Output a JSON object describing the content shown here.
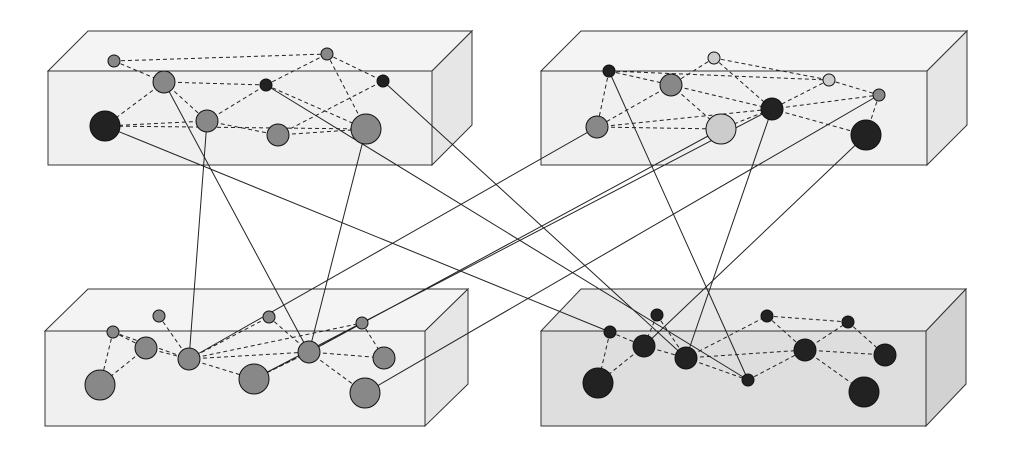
{
  "diagram": {
    "colors": {
      "background": "#ffffff",
      "outline": "#333333",
      "edge": "#222222",
      "box_front_light": "#f0f0f0",
      "box_top_light": "#f4f4f4",
      "box_side_light": "#e6e6e6",
      "box_front_dark": "#dedede",
      "box_top_dark": "#e8e8e8",
      "box_side_dark": "#d2d2d2",
      "node_black": "#222222",
      "node_gray": "#888888",
      "node_light": "#cccccc"
    },
    "layers": [
      {
        "id": "layer-top-left",
        "tone": "light",
        "nodes": [
          {
            "id": "tl1",
            "tone": "gray",
            "size": "small"
          },
          {
            "id": "tl2",
            "tone": "gray",
            "size": "small"
          },
          {
            "id": "tl3",
            "tone": "gray",
            "size": "medium"
          },
          {
            "id": "tl4",
            "tone": "black",
            "size": "small"
          },
          {
            "id": "tl5",
            "tone": "black",
            "size": "small"
          },
          {
            "id": "tl6",
            "tone": "black",
            "size": "large"
          },
          {
            "id": "tl7",
            "tone": "gray",
            "size": "medium"
          },
          {
            "id": "tl8",
            "tone": "gray",
            "size": "medium"
          },
          {
            "id": "tl9",
            "tone": "gray",
            "size": "large"
          }
        ],
        "links": [
          [
            "tl1",
            "tl3"
          ],
          [
            "tl1",
            "tl2"
          ],
          [
            "tl3",
            "tl4"
          ],
          [
            "tl4",
            "tl2"
          ],
          [
            "tl2",
            "tl5"
          ],
          [
            "tl3",
            "tl6"
          ],
          [
            "tl3",
            "tl7"
          ],
          [
            "tl6",
            "tl7"
          ],
          [
            "tl7",
            "tl4"
          ],
          [
            "tl4",
            "tl9"
          ],
          [
            "tl2",
            "tl9"
          ],
          [
            "tl7",
            "tl8"
          ],
          [
            "tl8",
            "tl9"
          ],
          [
            "tl8",
            "tl5"
          ],
          [
            "tl6",
            "tl9"
          ]
        ]
      },
      {
        "id": "layer-top-right",
        "tone": "light",
        "nodes": [
          {
            "id": "tr1",
            "tone": "black",
            "size": "small"
          },
          {
            "id": "tr2",
            "tone": "light",
            "size": "small"
          },
          {
            "id": "tr3",
            "tone": "gray",
            "size": "medium"
          },
          {
            "id": "tr4",
            "tone": "light",
            "size": "small"
          },
          {
            "id": "tr5",
            "tone": "black",
            "size": "medium"
          },
          {
            "id": "tr6",
            "tone": "gray",
            "size": "small"
          },
          {
            "id": "tr7",
            "tone": "gray",
            "size": "medium"
          },
          {
            "id": "tr8",
            "tone": "light",
            "size": "large"
          },
          {
            "id": "tr9",
            "tone": "black",
            "size": "large"
          }
        ],
        "links": [
          [
            "tr1",
            "tr3"
          ],
          [
            "tr1",
            "tr4"
          ],
          [
            "tr2",
            "tr3"
          ],
          [
            "tr2",
            "tr4"
          ],
          [
            "tr2",
            "tr5"
          ],
          [
            "tr1",
            "tr7"
          ],
          [
            "tr3",
            "tr7"
          ],
          [
            "tr3",
            "tr8"
          ],
          [
            "tr3",
            "tr5"
          ],
          [
            "tr4",
            "tr5"
          ],
          [
            "tr5",
            "tr6"
          ],
          [
            "tr4",
            "tr6"
          ],
          [
            "tr7",
            "tr8"
          ],
          [
            "tr8",
            "tr5"
          ],
          [
            "tr5",
            "tr9"
          ],
          [
            "tr6",
            "tr9"
          ],
          [
            "tr7",
            "tr5"
          ]
        ]
      },
      {
        "id": "layer-bottom-left",
        "tone": "light",
        "nodes": [
          {
            "id": "bl1",
            "tone": "gray",
            "size": "small"
          },
          {
            "id": "bl2",
            "tone": "gray",
            "size": "small"
          },
          {
            "id": "bl3",
            "tone": "gray",
            "size": "small"
          },
          {
            "id": "bl4",
            "tone": "gray",
            "size": "small"
          },
          {
            "id": "bl5",
            "tone": "gray",
            "size": "medium"
          },
          {
            "id": "bl6",
            "tone": "gray",
            "size": "medium"
          },
          {
            "id": "bl7",
            "tone": "gray",
            "size": "medium"
          },
          {
            "id": "bl8",
            "tone": "gray",
            "size": "medium"
          },
          {
            "id": "bl9",
            "tone": "gray",
            "size": "large"
          },
          {
            "id": "bl10",
            "tone": "gray",
            "size": "large"
          },
          {
            "id": "bl11",
            "tone": "gray",
            "size": "large"
          }
        ],
        "links": [
          [
            "bl1",
            "bl5"
          ],
          [
            "bl1",
            "bl6"
          ],
          [
            "bl2",
            "bl6"
          ],
          [
            "bl5",
            "bl9"
          ],
          [
            "bl5",
            "bl6"
          ],
          [
            "bl6",
            "bl3"
          ],
          [
            "bl6",
            "bl4"
          ],
          [
            "bl6",
            "bl7"
          ],
          [
            "bl6",
            "bl10"
          ],
          [
            "bl3",
            "bl7"
          ],
          [
            "bl4",
            "bl7"
          ],
          [
            "bl4",
            "bl8"
          ],
          [
            "bl7",
            "bl10"
          ],
          [
            "bl7",
            "bl11"
          ],
          [
            "bl7",
            "bl8"
          ],
          [
            "bl10",
            "bl7"
          ],
          [
            "bl1",
            "bl9"
          ]
        ]
      },
      {
        "id": "layer-bottom-right",
        "tone": "dark",
        "nodes": [
          {
            "id": "br1",
            "tone": "black",
            "size": "small"
          },
          {
            "id": "br2",
            "tone": "black",
            "size": "small"
          },
          {
            "id": "br3",
            "tone": "black",
            "size": "small"
          },
          {
            "id": "br4",
            "tone": "black",
            "size": "small"
          },
          {
            "id": "br5",
            "tone": "black",
            "size": "medium"
          },
          {
            "id": "br6",
            "tone": "black",
            "size": "medium"
          },
          {
            "id": "br7",
            "tone": "black",
            "size": "medium"
          },
          {
            "id": "br8",
            "tone": "black",
            "size": "small"
          },
          {
            "id": "br9",
            "tone": "black",
            "size": "medium"
          },
          {
            "id": "br10",
            "tone": "black",
            "size": "large"
          },
          {
            "id": "br11",
            "tone": "black",
            "size": "large"
          }
        ],
        "links": [
          [
            "br1",
            "br5"
          ],
          [
            "br1",
            "br10"
          ],
          [
            "br2",
            "br5"
          ],
          [
            "br2",
            "br6"
          ],
          [
            "br5",
            "br6"
          ],
          [
            "br5",
            "br10"
          ],
          [
            "br6",
            "br3"
          ],
          [
            "br3",
            "br7"
          ],
          [
            "br3",
            "br4"
          ],
          [
            "br6",
            "br8"
          ],
          [
            "br8",
            "br7"
          ],
          [
            "br7",
            "br11"
          ],
          [
            "br7",
            "br4"
          ],
          [
            "br4",
            "br9"
          ],
          [
            "br6",
            "br7"
          ],
          [
            "br7",
            "br9"
          ]
        ]
      }
    ],
    "interlayer_links": [
      [
        "tl6",
        "br1"
      ],
      [
        "tl7",
        "bl6"
      ],
      [
        "tl3",
        "bl7"
      ],
      [
        "tl9",
        "bl7"
      ],
      [
        "tl5",
        "br6"
      ],
      [
        "tl4",
        "br8"
      ],
      [
        "tr7",
        "bl6"
      ],
      [
        "tr8",
        "bl7"
      ],
      [
        "tr6",
        "bl11"
      ],
      [
        "tr1",
        "br8"
      ],
      [
        "tr5",
        "br6"
      ],
      [
        "tr9",
        "br5"
      ],
      [
        "tr5",
        "bl10"
      ]
    ]
  }
}
